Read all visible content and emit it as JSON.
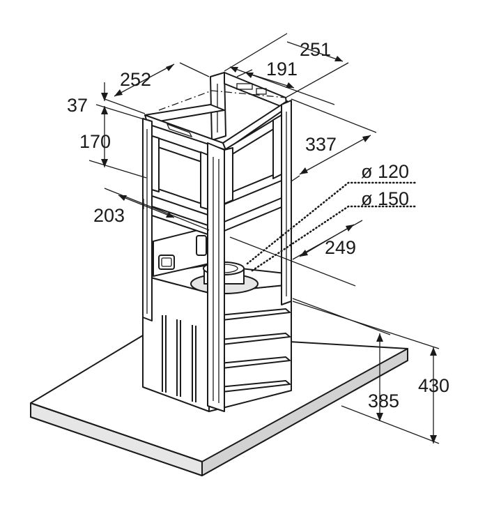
{
  "dimensions": {
    "d251": "251",
    "d191": "191",
    "d252": "252",
    "d37": "37",
    "d170": "170",
    "d337": "337",
    "d120": "ø 120",
    "d150": "ø 150",
    "d203": "203",
    "d249": "249",
    "d385": "385",
    "d430": "430"
  }
}
